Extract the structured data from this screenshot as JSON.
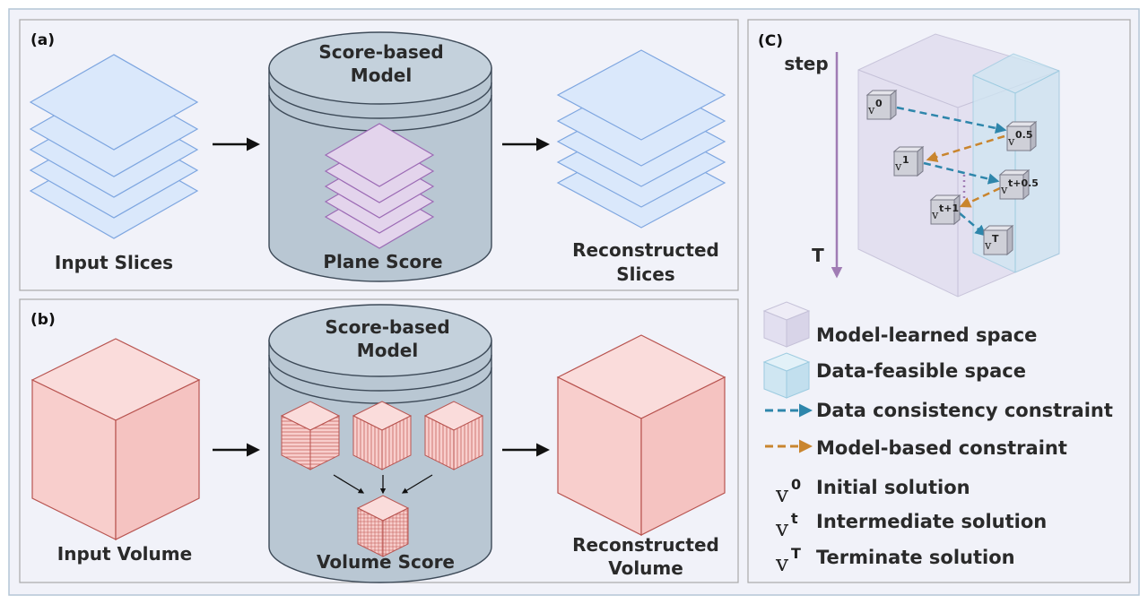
{
  "panels": {
    "a": {
      "tag": "(a)",
      "input_label": "Input Slices",
      "model_line1": "Score-based",
      "model_line2": "Model",
      "score_label": "Plane Score",
      "output_line1": "Reconstructed",
      "output_line2": "Slices"
    },
    "b": {
      "tag": "(b)",
      "input_label": "Input Volume",
      "model_line1": "Score-based",
      "model_line2": "Model",
      "score_label": "Volume Score",
      "output_line1": "Reconstructed",
      "output_line2": "Volume"
    },
    "c": {
      "tag": "(C)",
      "axis_top": "step",
      "axis_bottom": "T",
      "nodes": [
        {
          "base": "v",
          "sup": "0"
        },
        {
          "base": "v",
          "sup": "0.5"
        },
        {
          "base": "v",
          "sup": "1"
        },
        {
          "base": "v",
          "sup": "t+0.5"
        },
        {
          "base": "v",
          "sup": "t+1"
        },
        {
          "base": "v",
          "sup": "T"
        }
      ],
      "legend": [
        {
          "label": "Model-learned space"
        },
        {
          "label": "Data-feasible space"
        },
        {
          "label": "Data consistency constraint"
        },
        {
          "label": "Model-based constraint"
        },
        {
          "sym": "v",
          "sup": "0",
          "label": "Initial solution"
        },
        {
          "sym": "v",
          "sup": "t",
          "label": "Intermediate solution"
        },
        {
          "sym": "v",
          "sup": "T",
          "label": "Terminate solution"
        }
      ]
    }
  },
  "colors": {
    "background": "#f1f2f9",
    "border": "#b4c5d6",
    "slice_fill": "#dae8fb",
    "slice_stroke": "#7ea6e0",
    "plane_score_fill": "#e3d4ec",
    "cube_fill": "#f8cecc",
    "cube_stroke": "#b85450",
    "cylinder_fill": "#b9c7d3",
    "data_constraint": "#2e86ab",
    "model_constraint": "#c9852e",
    "step_arrow": "#a07cb4"
  }
}
